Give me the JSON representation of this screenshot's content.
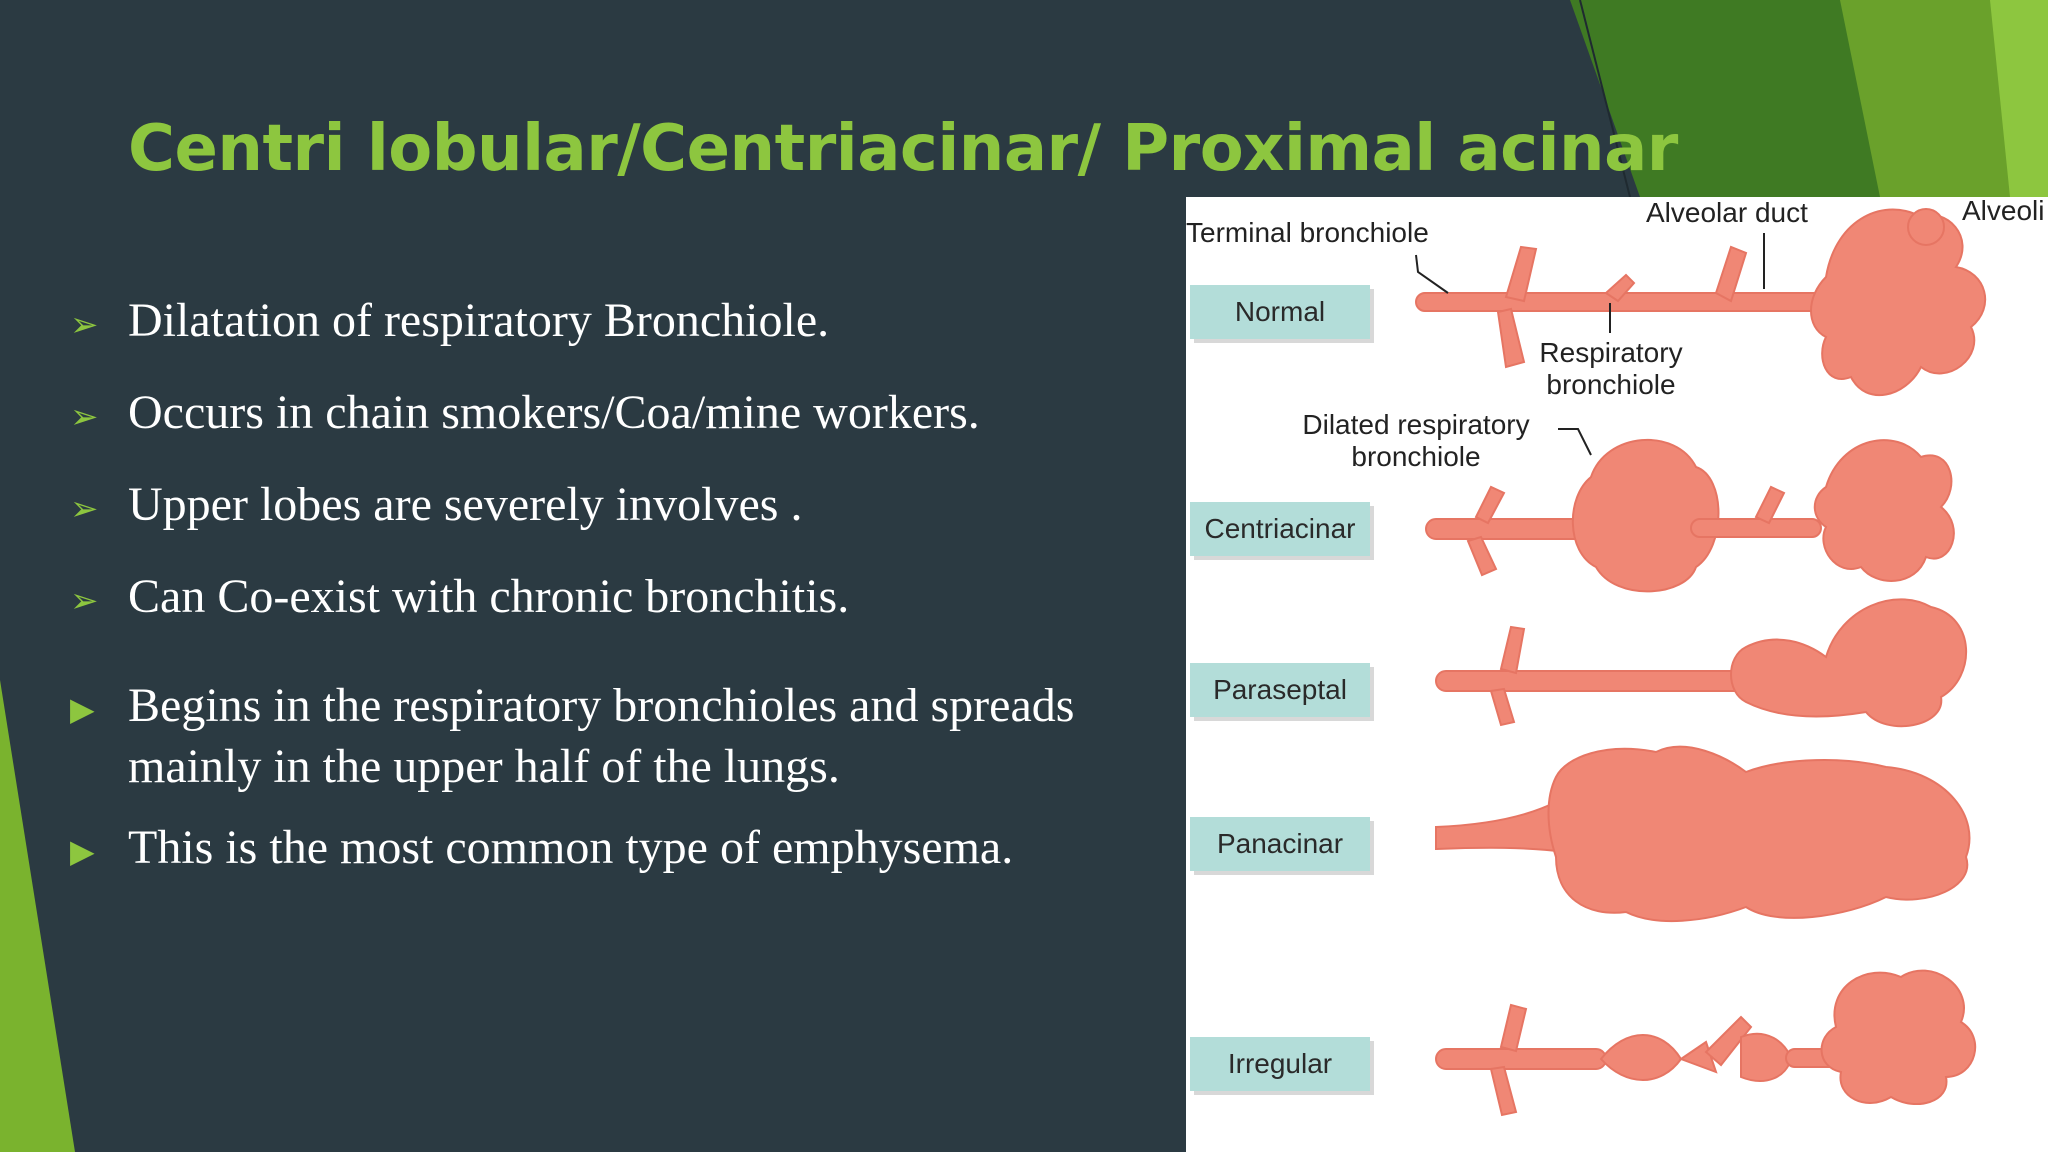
{
  "slide": {
    "title": "Centri lobular/Centriacinar/ Proximal acinar",
    "accent_color": "#8dc63f",
    "background_color": "#2b3a42",
    "bullets": [
      {
        "marker": "arrow",
        "text": "Dilatation of respiratory Bronchiole."
      },
      {
        "marker": "arrow",
        "text": "Occurs in chain smokers/Coa/mine workers."
      },
      {
        "marker": "arrow",
        "text": "Upper lobes are severely involves ."
      },
      {
        "marker": "arrow",
        "text": "Can Co-exist with chronic bronchitis."
      },
      {
        "marker": "triangle",
        "text": "Begins in the respiratory bronchioles and spreads mainly in the upper half of the lungs."
      },
      {
        "marker": "triangle",
        "text": "This is the most common type of emphysema."
      }
    ]
  },
  "figure": {
    "labels": {
      "terminal_bronchiole": "Terminal bronchiole",
      "alveolar_duct": "Alveolar duct",
      "alveoli": "Alveoli",
      "respiratory_bronchiole_1": "Respiratory",
      "respiratory_bronchiole_2": "bronchiole",
      "dilated_1": "Dilated respiratory",
      "dilated_2": "bronchiole"
    },
    "rows": [
      {
        "label": "Normal"
      },
      {
        "label": "Centriacinar"
      },
      {
        "label": "Paraseptal"
      },
      {
        "label": "Panacinar"
      },
      {
        "label": "Irregular"
      }
    ],
    "airway_color": "#f08775"
  }
}
